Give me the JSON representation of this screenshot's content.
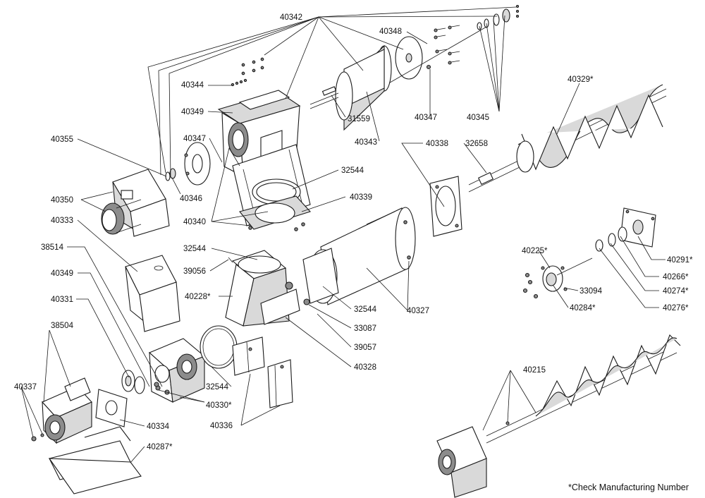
{
  "note": "*Check Manufacturing Number",
  "labels": {
    "p40342": "40342",
    "p40348": "40348",
    "p40344": "40344",
    "p40349a": "40349",
    "p31559": "31559",
    "p40343": "40343",
    "p40347a": "40347",
    "p40345": "40345",
    "p40329": "40329*",
    "p40355": "40355",
    "p40347b": "40347",
    "p40346": "40346",
    "p40338": "40338",
    "p32658": "32658",
    "p32544a": "32544",
    "p40339": "40339",
    "p40350": "40350",
    "p40340": "40340",
    "p40333": "40333",
    "p32544b": "32544",
    "p38514": "38514",
    "p39056": "39056",
    "p40349b": "40349",
    "p40228": "40228*",
    "p32544c": "32544",
    "p40327": "40327",
    "p40291": "40291*",
    "p40225": "40225*",
    "p40266": "40266*",
    "p33094": "33094",
    "p40274": "40274*",
    "p40284": "40284*",
    "p40276": "40276*",
    "p33087": "33087",
    "p39057": "39057",
    "p40331": "40331",
    "p38504": "38504",
    "p40328": "40328",
    "p40215": "40215",
    "p40337": "40337",
    "p32544d": "32544",
    "p40330": "40330*",
    "p40334": "40334",
    "p40336": "40336",
    "p40287": "40287*"
  }
}
